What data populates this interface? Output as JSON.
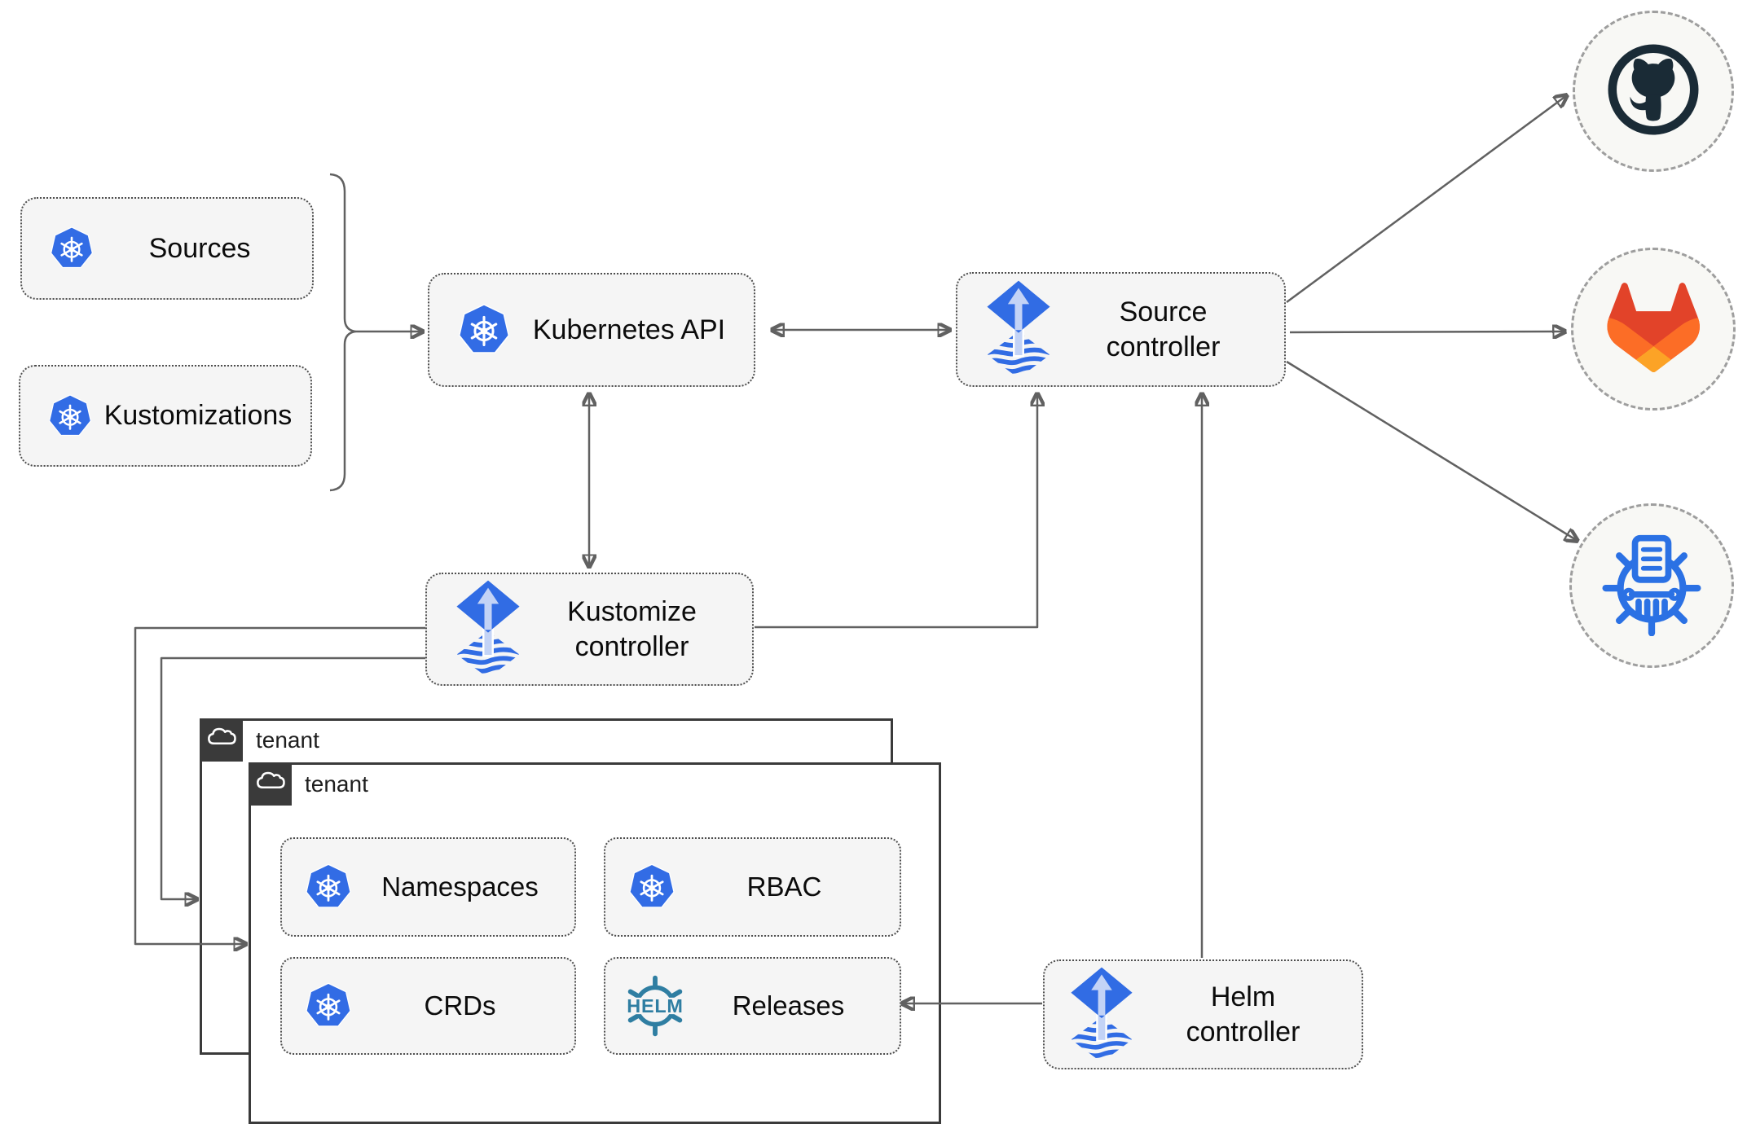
{
  "diagram": {
    "title_hint": "Flux GitOps architecture diagram",
    "nodes": {
      "sources": {
        "label": "Sources",
        "icon": "kubernetes"
      },
      "kustomizations": {
        "label": "Kustomizations",
        "icon": "kubernetes"
      },
      "kubernetes_api": {
        "label": "Kubernetes API",
        "icon": "kubernetes"
      },
      "source_controller": {
        "label": "Source\ncontroller",
        "icon": "flux"
      },
      "kustomize_controller": {
        "label": "Kustomize\ncontroller",
        "icon": "flux"
      },
      "helm_controller": {
        "label": "Helm\ncontroller",
        "icon": "flux"
      },
      "tenant_outer": {
        "label": "tenant",
        "icon": "cloud"
      },
      "tenant_inner": {
        "label": "tenant",
        "icon": "cloud"
      },
      "namespaces": {
        "label": "Namespaces",
        "icon": "kubernetes"
      },
      "rbac": {
        "label": "RBAC",
        "icon": "kubernetes"
      },
      "crds": {
        "label": "CRDs",
        "icon": "kubernetes"
      },
      "releases": {
        "label": "Releases",
        "icon": "helm",
        "icon_text": "HELM"
      },
      "github": {
        "icon": "github"
      },
      "gitlab": {
        "icon": "gitlab"
      },
      "chartmuseum": {
        "icon": "chartmuseum"
      }
    },
    "edges": [
      {
        "from": "sources-kustomizations-bracket",
        "to": "kubernetes-api",
        "arrows": "end"
      },
      {
        "from": "kubernetes-api",
        "to": "source-controller",
        "arrows": "both"
      },
      {
        "from": "kubernetes-api",
        "to": "kustomize-controller",
        "arrows": "both"
      },
      {
        "from": "kustomize-controller",
        "to": "source-controller",
        "arrows": "end"
      },
      {
        "from": "helm-controller",
        "to": "source-controller",
        "arrows": "end"
      },
      {
        "from": "source-controller",
        "to": "github",
        "arrows": "end"
      },
      {
        "from": "source-controller",
        "to": "gitlab",
        "arrows": "end"
      },
      {
        "from": "source-controller",
        "to": "chartmuseum",
        "arrows": "end"
      },
      {
        "from": "kustomize-controller",
        "to": "tenant-outer",
        "arrows": "end"
      },
      {
        "from": "kustomize-controller",
        "to": "tenant-inner",
        "arrows": "end"
      },
      {
        "from": "helm-controller",
        "to": "releases",
        "arrows": "end"
      }
    ],
    "colors": {
      "kubernetes_blue": "#326CE5",
      "flux_blue": "#316CE4",
      "flux_arrow": "#C3D3F6",
      "helm_teal": "#2F7EA2",
      "github_dark": "#1A2B36",
      "gitlab_red": "#E24329",
      "gitlab_orange": "#FC6D26",
      "gitlab_yellow": "#FCA326",
      "chartmuseum_blue": "#2B71E4",
      "line_gray": "#616161",
      "box_fill": "#F5F5F5",
      "box_border": "#4D4D4D",
      "tenant_border": "#3A3A3A",
      "circle_fill": "#F8F8F5",
      "circle_border": "#9E9E9E"
    }
  }
}
